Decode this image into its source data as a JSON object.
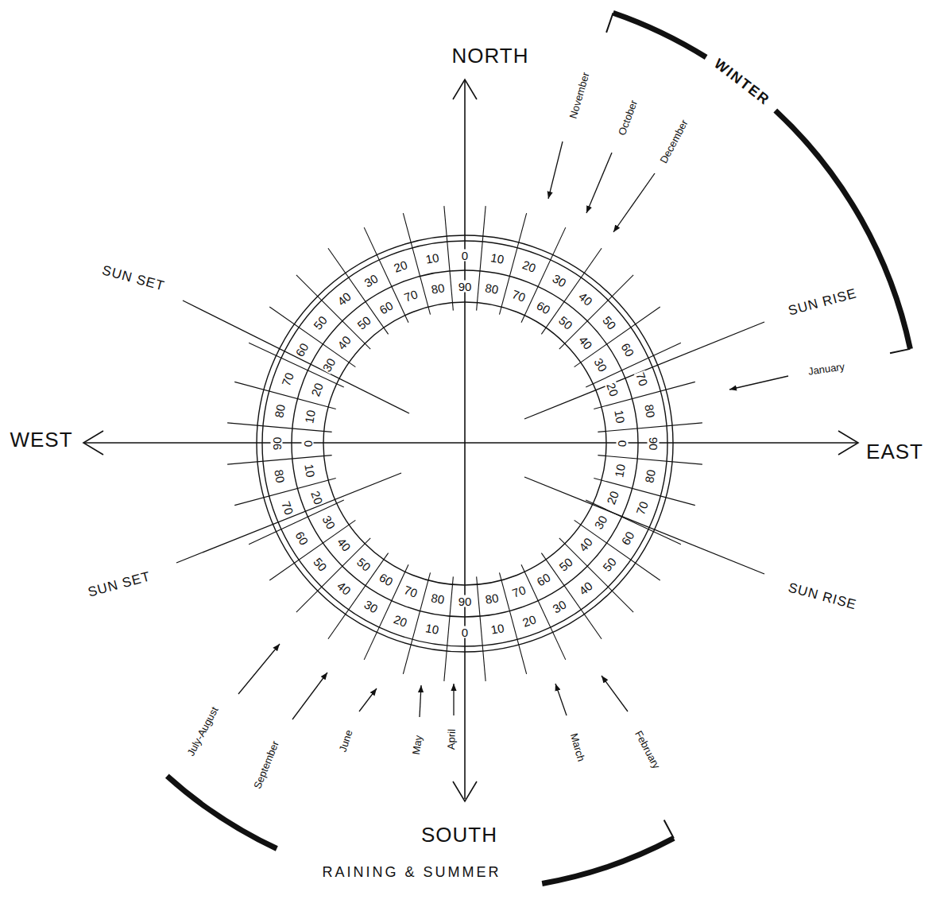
{
  "diagram": {
    "labels": [
      "NORTH",
      "SOUTH",
      "EAST",
      "WEST",
      "WINTER",
      "RAINING & SUMMER",
      "November",
      "October",
      "December",
      "January",
      "July-August",
      "September",
      "June",
      "May",
      "April",
      "March",
      "February",
      "SUN RISE",
      "SUN RISE",
      "SUN SET",
      "SUN SET",
      "0",
      "10",
      "20",
      "30",
      "40",
      "50",
      "60",
      "70",
      "80",
      "90",
      "80",
      "70",
      "60",
      "50",
      "40",
      "30",
      "20",
      "10",
      "0",
      "10",
      "20",
      "30",
      "40",
      "50",
      "60",
      "70",
      "80",
      "90",
      "80",
      "70",
      "60",
      "50",
      "40",
      "30",
      "20",
      "10",
      "90",
      "80",
      "70",
      "60",
      "50",
      "40",
      "30",
      "20",
      "10",
      "0",
      "10",
      "20",
      "30",
      "40",
      "50",
      "60",
      "70",
      "80",
      "90",
      "80",
      "70",
      "60",
      "50",
      "40",
      "30",
      "20",
      "10",
      "0",
      "10",
      "20",
      "30",
      "40",
      "50",
      "60",
      "70",
      "80"
    ]
  }
}
